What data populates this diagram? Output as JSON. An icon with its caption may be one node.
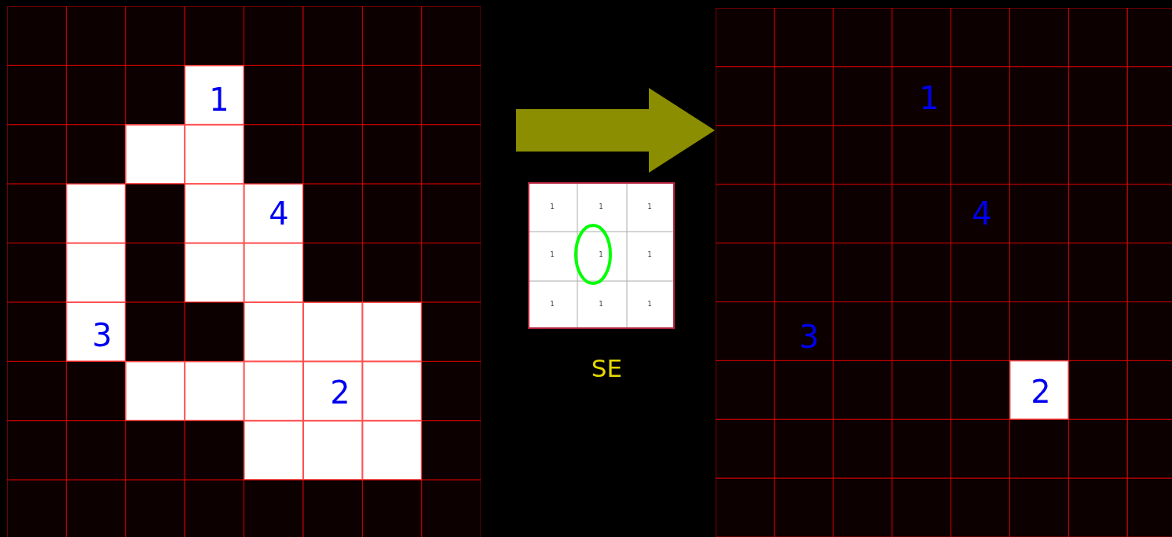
{
  "diagram": {
    "nodes": [
      {
        "text": [],
        "shape": "box"
      },
      {
        "text": [],
        "shape": "box"
      },
      {
        "text": [
          "SE"
        ]
      }
    ],
    "edges": [
      {
        "from": null,
        "to": 1,
        "arrow": "to",
        "color": "#8b8e00"
      }
    ],
    "labels": [
      "1",
      "4",
      "3",
      "2",
      "1",
      "1",
      "1",
      "1",
      "1",
      "1",
      "1",
      "1",
      "1",
      "1",
      "4",
      "3",
      "2"
    ]
  }
}
